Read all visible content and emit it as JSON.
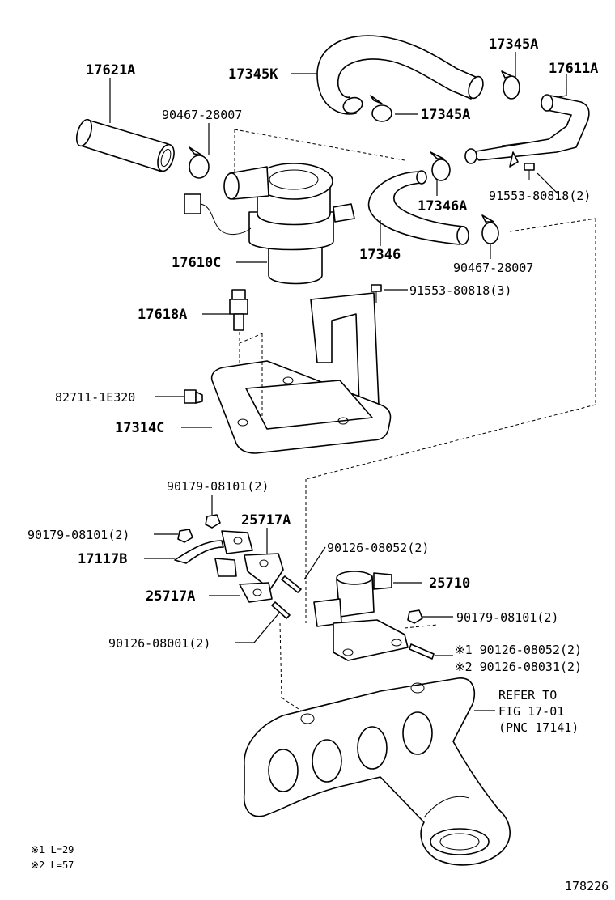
{
  "labels": {
    "p17621A": "17621A",
    "p17345K": "17345K",
    "p17345A_top": "17345A",
    "p17611A": "17611A",
    "p90467_28007_top": "90467-28007",
    "p17345A_mid": "17345A",
    "p17346A": "17346A",
    "p91553_80818_2": "91553-80818(2)",
    "p17610C": "17610C",
    "p17346": "17346",
    "p90467_28007_right": "90467-28007",
    "p91553_80818_3": "91553-80818(3)",
    "p17618A": "17618A",
    "p82711_1E320": "82711-1E320",
    "p17314C": "17314C",
    "p90179_08101_top": "90179-08101(2)",
    "p25717A_top": "25717A",
    "p90179_08101_left": "90179-08101(2)",
    "p90126_08052_top": "90126-08052(2)",
    "p17117B": "17117B",
    "p25710": "25710",
    "p25717A_low": "25717A",
    "p90179_08101_right": "90179-08101(2)",
    "p90126_08001": "90126-08001(2)",
    "p90126_08052_ref": "※1 90126-08052(2)",
    "p90126_08031_ref": "※2 90126-08031(2)",
    "refer_line1": "REFER TO",
    "refer_line2": "FIG 17-01",
    "refer_line3": "(PNC 17141)",
    "note1": "※1 L=29",
    "note2": "※2 L=57",
    "figure_number": "178226"
  }
}
